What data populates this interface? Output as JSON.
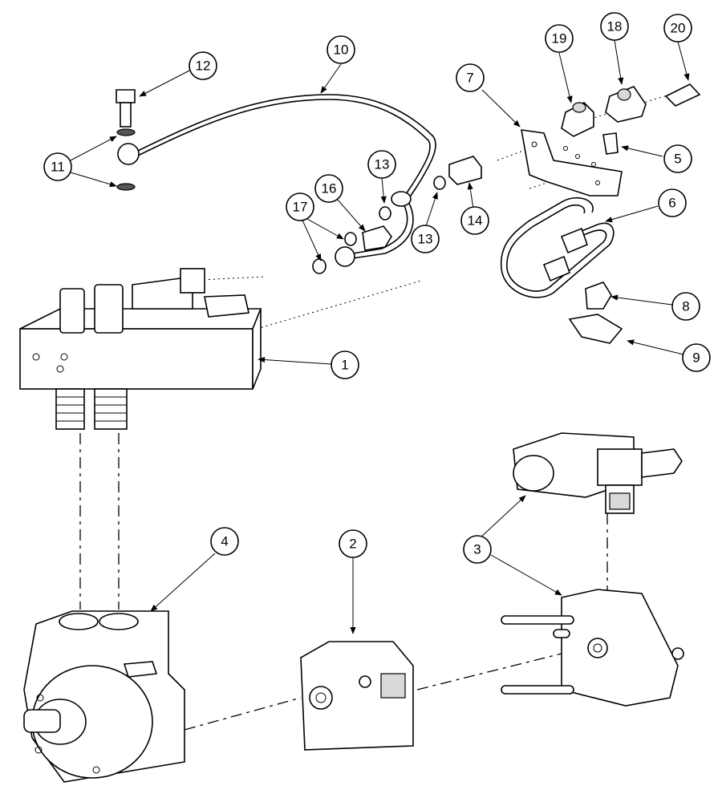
{
  "callouts": {
    "c1": "1",
    "c2": "2",
    "c3": "3",
    "c4": "4",
    "c5": "5",
    "c6": "6",
    "c7": "7",
    "c8": "8",
    "c9": "9",
    "c10": "10",
    "c11": "11",
    "c12": "12",
    "c13a": "13",
    "c13b": "13",
    "c14": "14",
    "c16": "16",
    "c17": "17",
    "c18": "18",
    "c19": "19",
    "c20": "20"
  }
}
